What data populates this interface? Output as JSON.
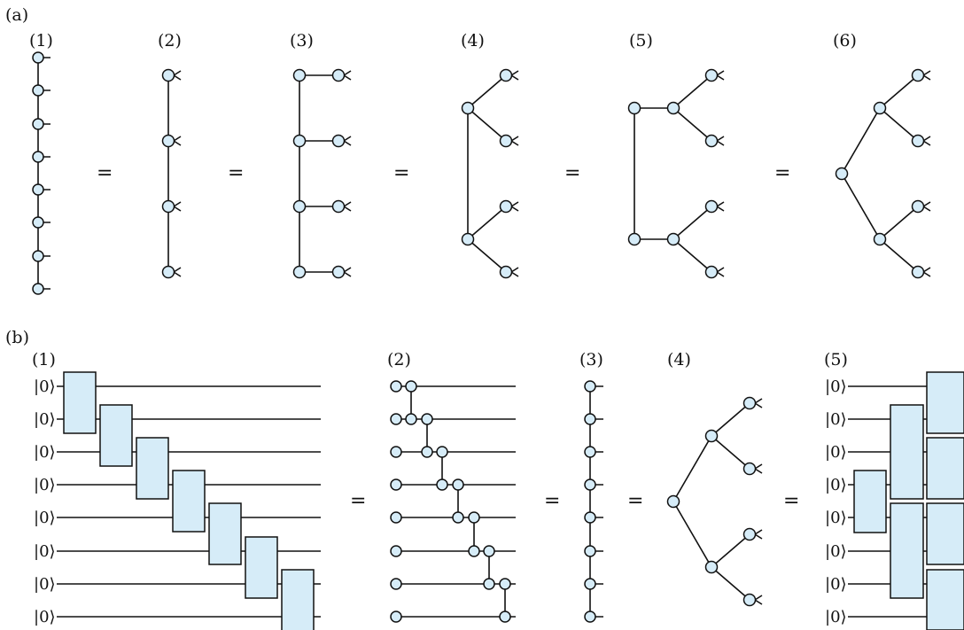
{
  "panel_a": {
    "label": "(a)",
    "sub_labels": [
      "(1)",
      "(2)",
      "(3)",
      "(4)",
      "(5)",
      "(6)"
    ],
    "equals": [
      "=",
      "=",
      "=",
      "=",
      "="
    ]
  },
  "panel_b": {
    "label": "(b)",
    "sub_labels": [
      "(1)",
      "(2)",
      "(3)",
      "(4)",
      "(5)"
    ],
    "equals": [
      "=",
      "=",
      "=",
      "="
    ],
    "ket_labels": [
      "|0⟩",
      "|0⟩",
      "|0⟩",
      "|0⟩",
      "|0⟩",
      "|0⟩",
      "|0⟩",
      "|0⟩"
    ],
    "ket_labels_5": [
      "|0⟩",
      "|0⟩",
      "|0⟩",
      "|0⟩",
      "|0⟩",
      "|0⟩",
      "|0⟩",
      "|0⟩"
    ]
  },
  "colors": {
    "node_fill": "#d6ecf8",
    "stroke": "#111111"
  }
}
